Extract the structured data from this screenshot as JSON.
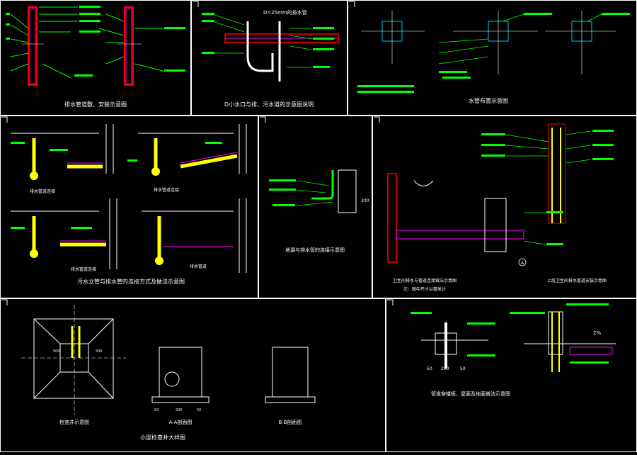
{
  "colors": {
    "background": "#000000",
    "frame": "#ffffff",
    "label": "#00ff00",
    "pipe": "#ffff00",
    "highlight": "#ff00ff",
    "section": "#ff0000",
    "dim": "#00ffff"
  },
  "panels": {
    "p1": {
      "caption": "排水管道敷、安装示意图"
    },
    "p2": {
      "caption": "D小水口与排、污水道的示意图说明",
      "top_note": "D=25mm的排水管"
    },
    "p3": {
      "caption": "水管布置示意图"
    },
    "p4": {
      "caption": "污水立管与排水管的连接方式及做法示意图",
      "sub_a": "排水管道连接",
      "sub_b": "排水管道连接",
      "sub_c": "排水管道连接",
      "sub_d": "排水管道"
    },
    "p5": {
      "caption": "地漏与排水管的连接示意图",
      "dim": "300"
    },
    "p6": {
      "caption": "卫生间排水与管道连接做法示意图",
      "caption2": "上层卫生间排水管道安装示意图",
      "note": "注：图中尺寸以毫米计",
      "circle_a": "A"
    },
    "p7": {
      "caption": "检查井示意图",
      "sec_a": "A-A剖面图",
      "sec_b": "B-B剖面图",
      "title": "小型检查井大样图",
      "dims": [
        "500",
        "500",
        "50",
        "200",
        "50"
      ]
    },
    "p8": {
      "caption": "管道穿楼板、屋面及地面做法示意图",
      "slope": "2%",
      "dims": [
        "50",
        "200",
        "50"
      ]
    }
  }
}
